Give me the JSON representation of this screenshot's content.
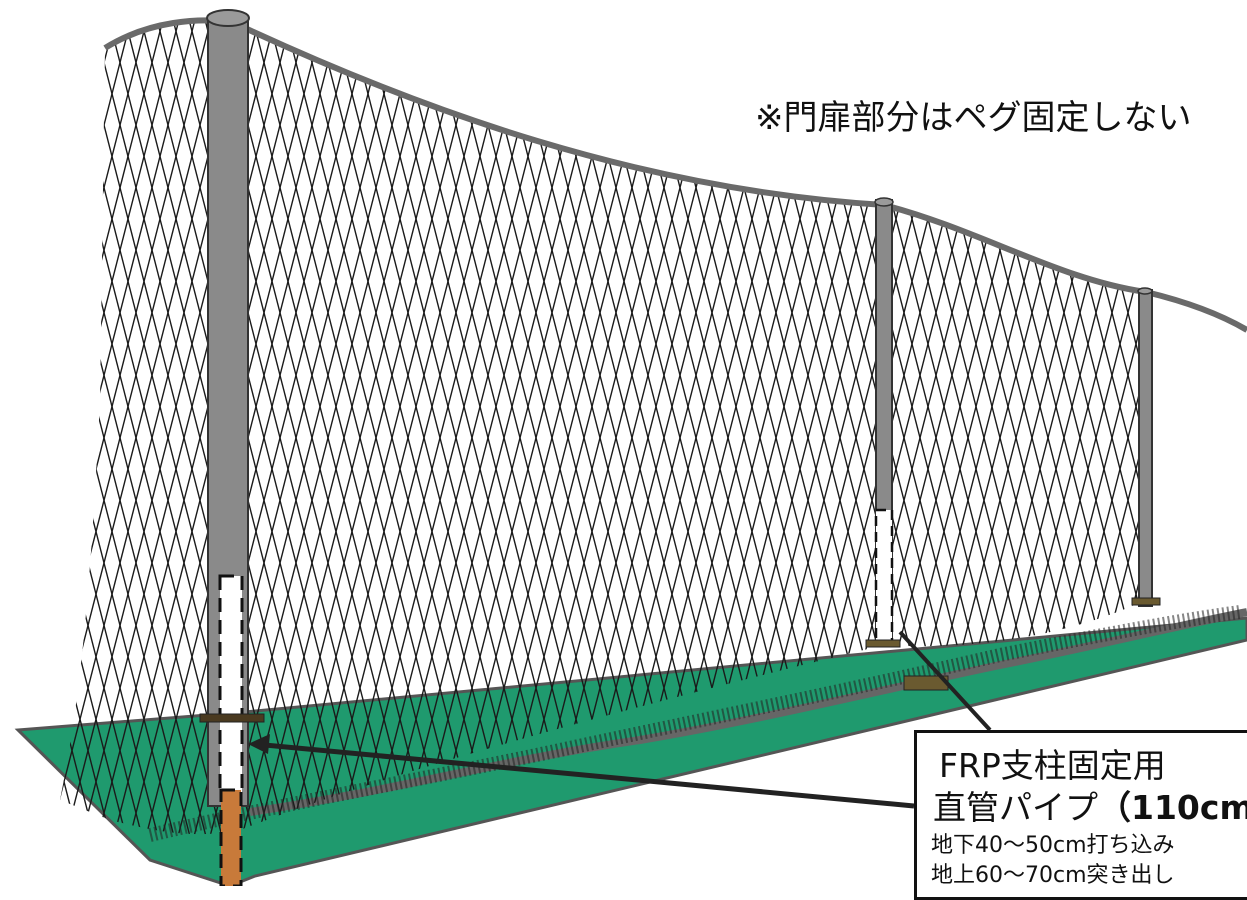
{
  "note": "※門扉部分はペグ固定しない",
  "callout": {
    "line1": "FRP支柱固定用",
    "line2_main": "直管パイプ",
    "line2_paren": "（110cm",
    "line3": "地下40～50cm打ち込み",
    "line4": "地上60～70cm突き出し"
  },
  "colors": {
    "ground": "#1f9a6e",
    "ground_edge": "#5a5a5a",
    "post": "#8a8a8a",
    "pipe": "#ffffff",
    "peg": "#c87a3a",
    "net": "#1a1a1a"
  }
}
